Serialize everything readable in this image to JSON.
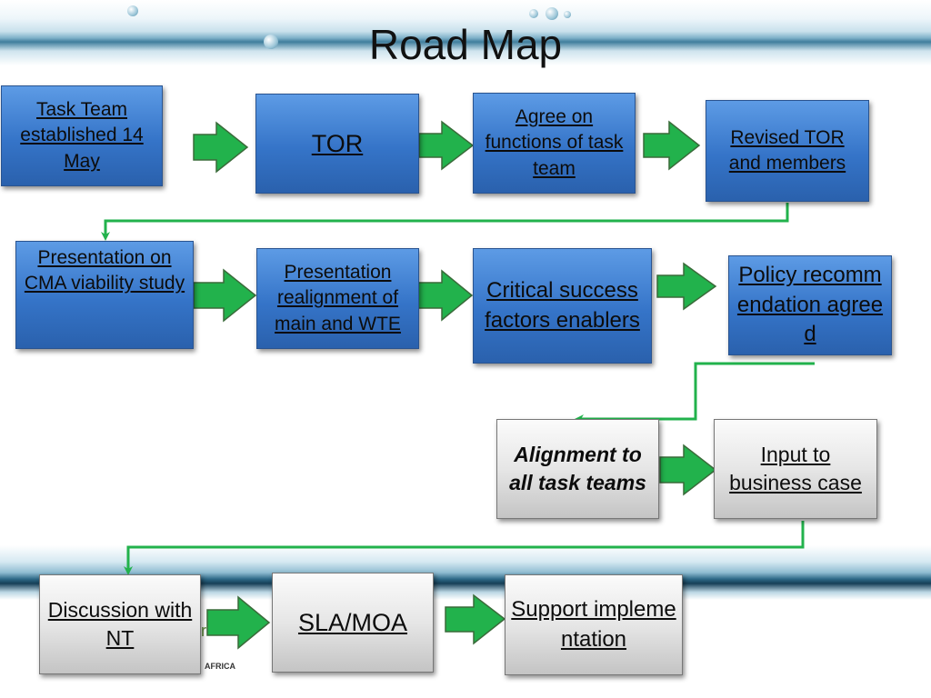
{
  "slide": {
    "title": "Road Map",
    "logo_fragment": "AFRICA",
    "logo_letter": "r"
  },
  "colors": {
    "box_blue": "#3574c8",
    "box_grey": "#e0e0e0",
    "arrow_fill": "#22b24c",
    "connector": "#22b24c"
  },
  "steps": [
    {
      "id": "task-team",
      "label": "Task Team established 14 May"
    },
    {
      "id": "tor",
      "label": "TOR"
    },
    {
      "id": "agree-functions",
      "label": "Agree on functions of task team"
    },
    {
      "id": "revised-tor",
      "label": "Revised TOR and members"
    },
    {
      "id": "presentation-cma",
      "label": "Presentation on CMA viability study"
    },
    {
      "id": "presentation-realignment",
      "label": "Presentation realignment of main and WTE"
    },
    {
      "id": "critical-success",
      "label": "Critical success factors enablers"
    },
    {
      "id": "policy-recommendation",
      "label": "Policy recommendation agreed"
    },
    {
      "id": "alignment",
      "label": "Alignment to all task teams"
    },
    {
      "id": "input-business-case",
      "label": "Input to business case"
    },
    {
      "id": "discussion-nt",
      "label": "Discussion with NT"
    },
    {
      "id": "sla-moa",
      "label": "SLA/MOA"
    },
    {
      "id": "support-implementation",
      "label": "Support implementation"
    }
  ],
  "connections": [
    [
      "task-team",
      "tor"
    ],
    [
      "tor",
      "agree-functions"
    ],
    [
      "agree-functions",
      "revised-tor"
    ],
    [
      "revised-tor",
      "presentation-cma"
    ],
    [
      "presentation-cma",
      "presentation-realignment"
    ],
    [
      "presentation-realignment",
      "critical-success"
    ],
    [
      "critical-success",
      "policy-recommendation"
    ],
    [
      "policy-recommendation",
      "alignment"
    ],
    [
      "alignment",
      "input-business-case"
    ],
    [
      "input-business-case",
      "discussion-nt"
    ],
    [
      "discussion-nt",
      "sla-moa"
    ],
    [
      "sla-moa",
      "support-implementation"
    ]
  ]
}
